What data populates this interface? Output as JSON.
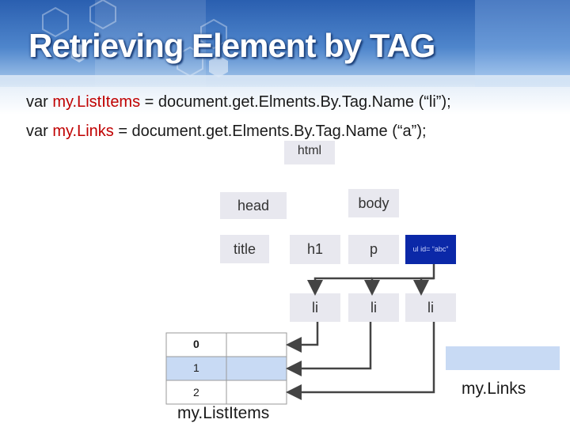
{
  "title": "Retrieving Element by TAG",
  "code": {
    "line1": {
      "prefix": "var ",
      "var": "my.ListItems",
      "rest": " = document.get.Elments.By.Tag.Name (“li”);"
    },
    "line2": {
      "prefix": "var ",
      "var": "my.Links",
      "rest": " = document.get.Elments.By.Tag.Name (“a”);"
    }
  },
  "tree": {
    "html": "html",
    "head": "head",
    "body": "body",
    "title": "title",
    "h1": "h1",
    "p": "p",
    "ul": "ul id= “abc”",
    "li1": "li",
    "li2": "li",
    "li3": "li"
  },
  "list_items": {
    "indices": [
      "0",
      "1",
      "2"
    ],
    "label": "my.ListItems"
  },
  "links": {
    "label": "my.Links"
  },
  "colors": {
    "accent": "#c00000",
    "ul_node": "#0b28a8",
    "array_blue": "#c8daf4"
  }
}
